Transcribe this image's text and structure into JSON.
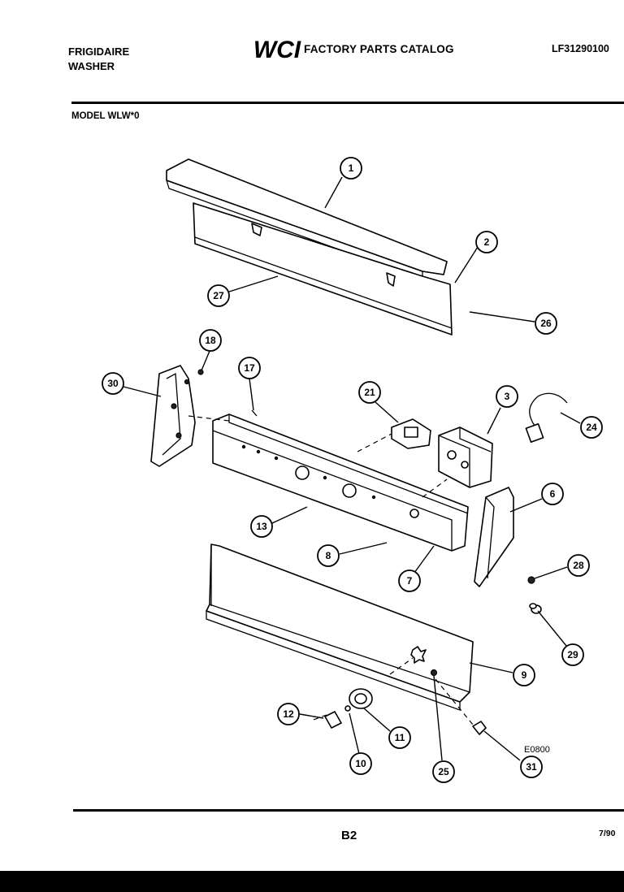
{
  "header": {
    "brand_line1": "FRIGIDAIRE",
    "brand_line2": "WASHER",
    "logo_text": "WCI",
    "catalog_title": "FACTORY PARTS CATALOG",
    "catalog_number": "LF31290100",
    "model": "MODEL WLW*0"
  },
  "diagram": {
    "drawing_code": "E0800",
    "callouts": [
      {
        "id": "1",
        "label": "1"
      },
      {
        "id": "2",
        "label": "2"
      },
      {
        "id": "3",
        "label": "3"
      },
      {
        "id": "6",
        "label": "6"
      },
      {
        "id": "7",
        "label": "7"
      },
      {
        "id": "8",
        "label": "8"
      },
      {
        "id": "9",
        "label": "9"
      },
      {
        "id": "10",
        "label": "10"
      },
      {
        "id": "11",
        "label": "11"
      },
      {
        "id": "12",
        "label": "12"
      },
      {
        "id": "13",
        "label": "13"
      },
      {
        "id": "17",
        "label": "17"
      },
      {
        "id": "18",
        "label": "18"
      },
      {
        "id": "21",
        "label": "21"
      },
      {
        "id": "24",
        "label": "24"
      },
      {
        "id": "25",
        "label": "25"
      },
      {
        "id": "26",
        "label": "26"
      },
      {
        "id": "27",
        "label": "27"
      },
      {
        "id": "28",
        "label": "28"
      },
      {
        "id": "29",
        "label": "29"
      },
      {
        "id": "30",
        "label": "30"
      },
      {
        "id": "31",
        "label": "31"
      }
    ]
  },
  "footer": {
    "page_number": "B2",
    "date": "7/90"
  }
}
